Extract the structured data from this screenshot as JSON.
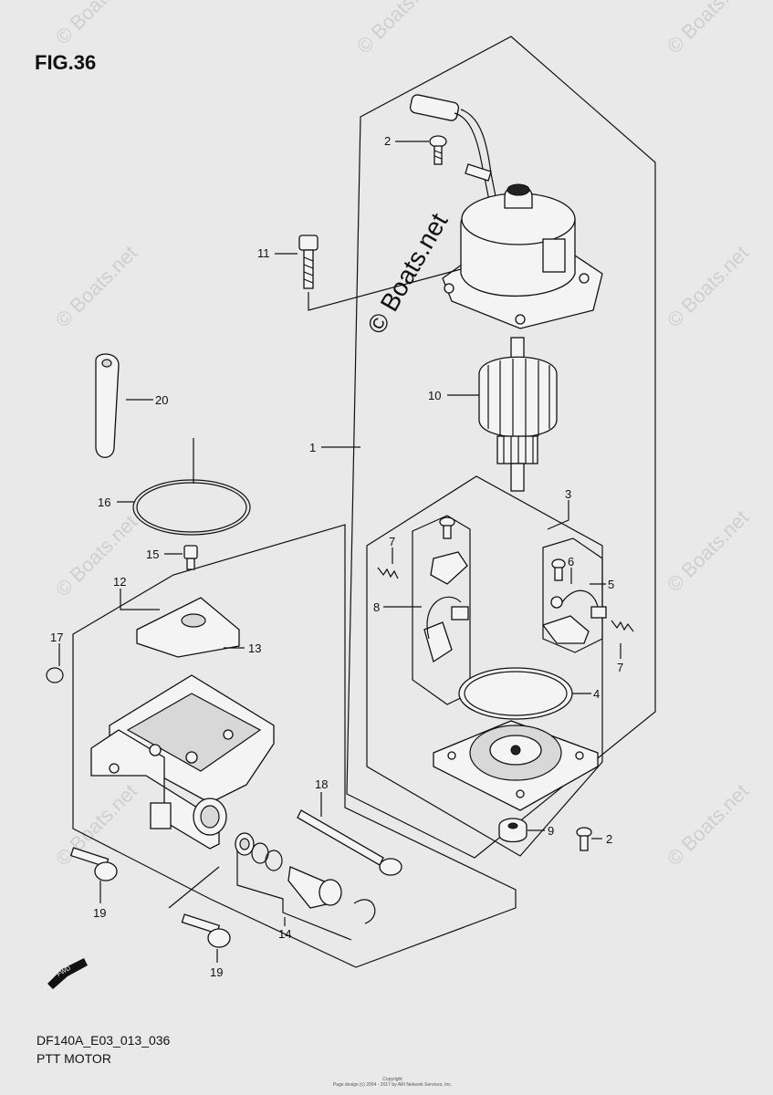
{
  "figure": {
    "title": "FIG.36",
    "model_code": "DF140A_E03_013_036",
    "name": "PTT MOTOR"
  },
  "watermark": {
    "main": "© Boats.net",
    "repeat": "© Boats.net"
  },
  "copyright": {
    "line1": "Copyright",
    "line2": "Page design (c) 2004 - 2017 by ARI Network Services, Inc."
  },
  "callouts": {
    "c1": "1",
    "c2a": "2",
    "c2b": "2",
    "c3": "3",
    "c4": "4",
    "c5": "5",
    "c6": "6",
    "c7a": "7",
    "c7b": "7",
    "c8": "8",
    "c9": "9",
    "c10": "10",
    "c11": "11",
    "c12": "12",
    "c13": "13",
    "c14": "14",
    "c15": "15",
    "c16": "16",
    "c17": "17",
    "c18": "18",
    "c19a": "19",
    "c19b": "19",
    "c20": "20"
  },
  "fwd_label": "FWD"
}
